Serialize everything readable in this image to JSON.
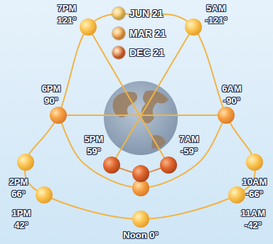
{
  "diagram": {
    "labels": [
      "7PM",
      "121°",
      "5AM",
      "-121°",
      "6PM",
      "90°",
      "6AM",
      "-90°",
      "5PM",
      "59°",
      "7AM",
      "-59°",
      "2PM",
      "66°",
      "10AM",
      "-66°",
      "1PM",
      "42°",
      "11AM",
      "-42°",
      "Noon 0°"
    ],
    "legend": [
      {
        "text": "JUN 21",
        "color": "#fbc552"
      },
      {
        "text": "MAR 21",
        "color": "#f6a040"
      },
      {
        "text": "DEC 21",
        "color": "#e0652b"
      }
    ]
  }
}
